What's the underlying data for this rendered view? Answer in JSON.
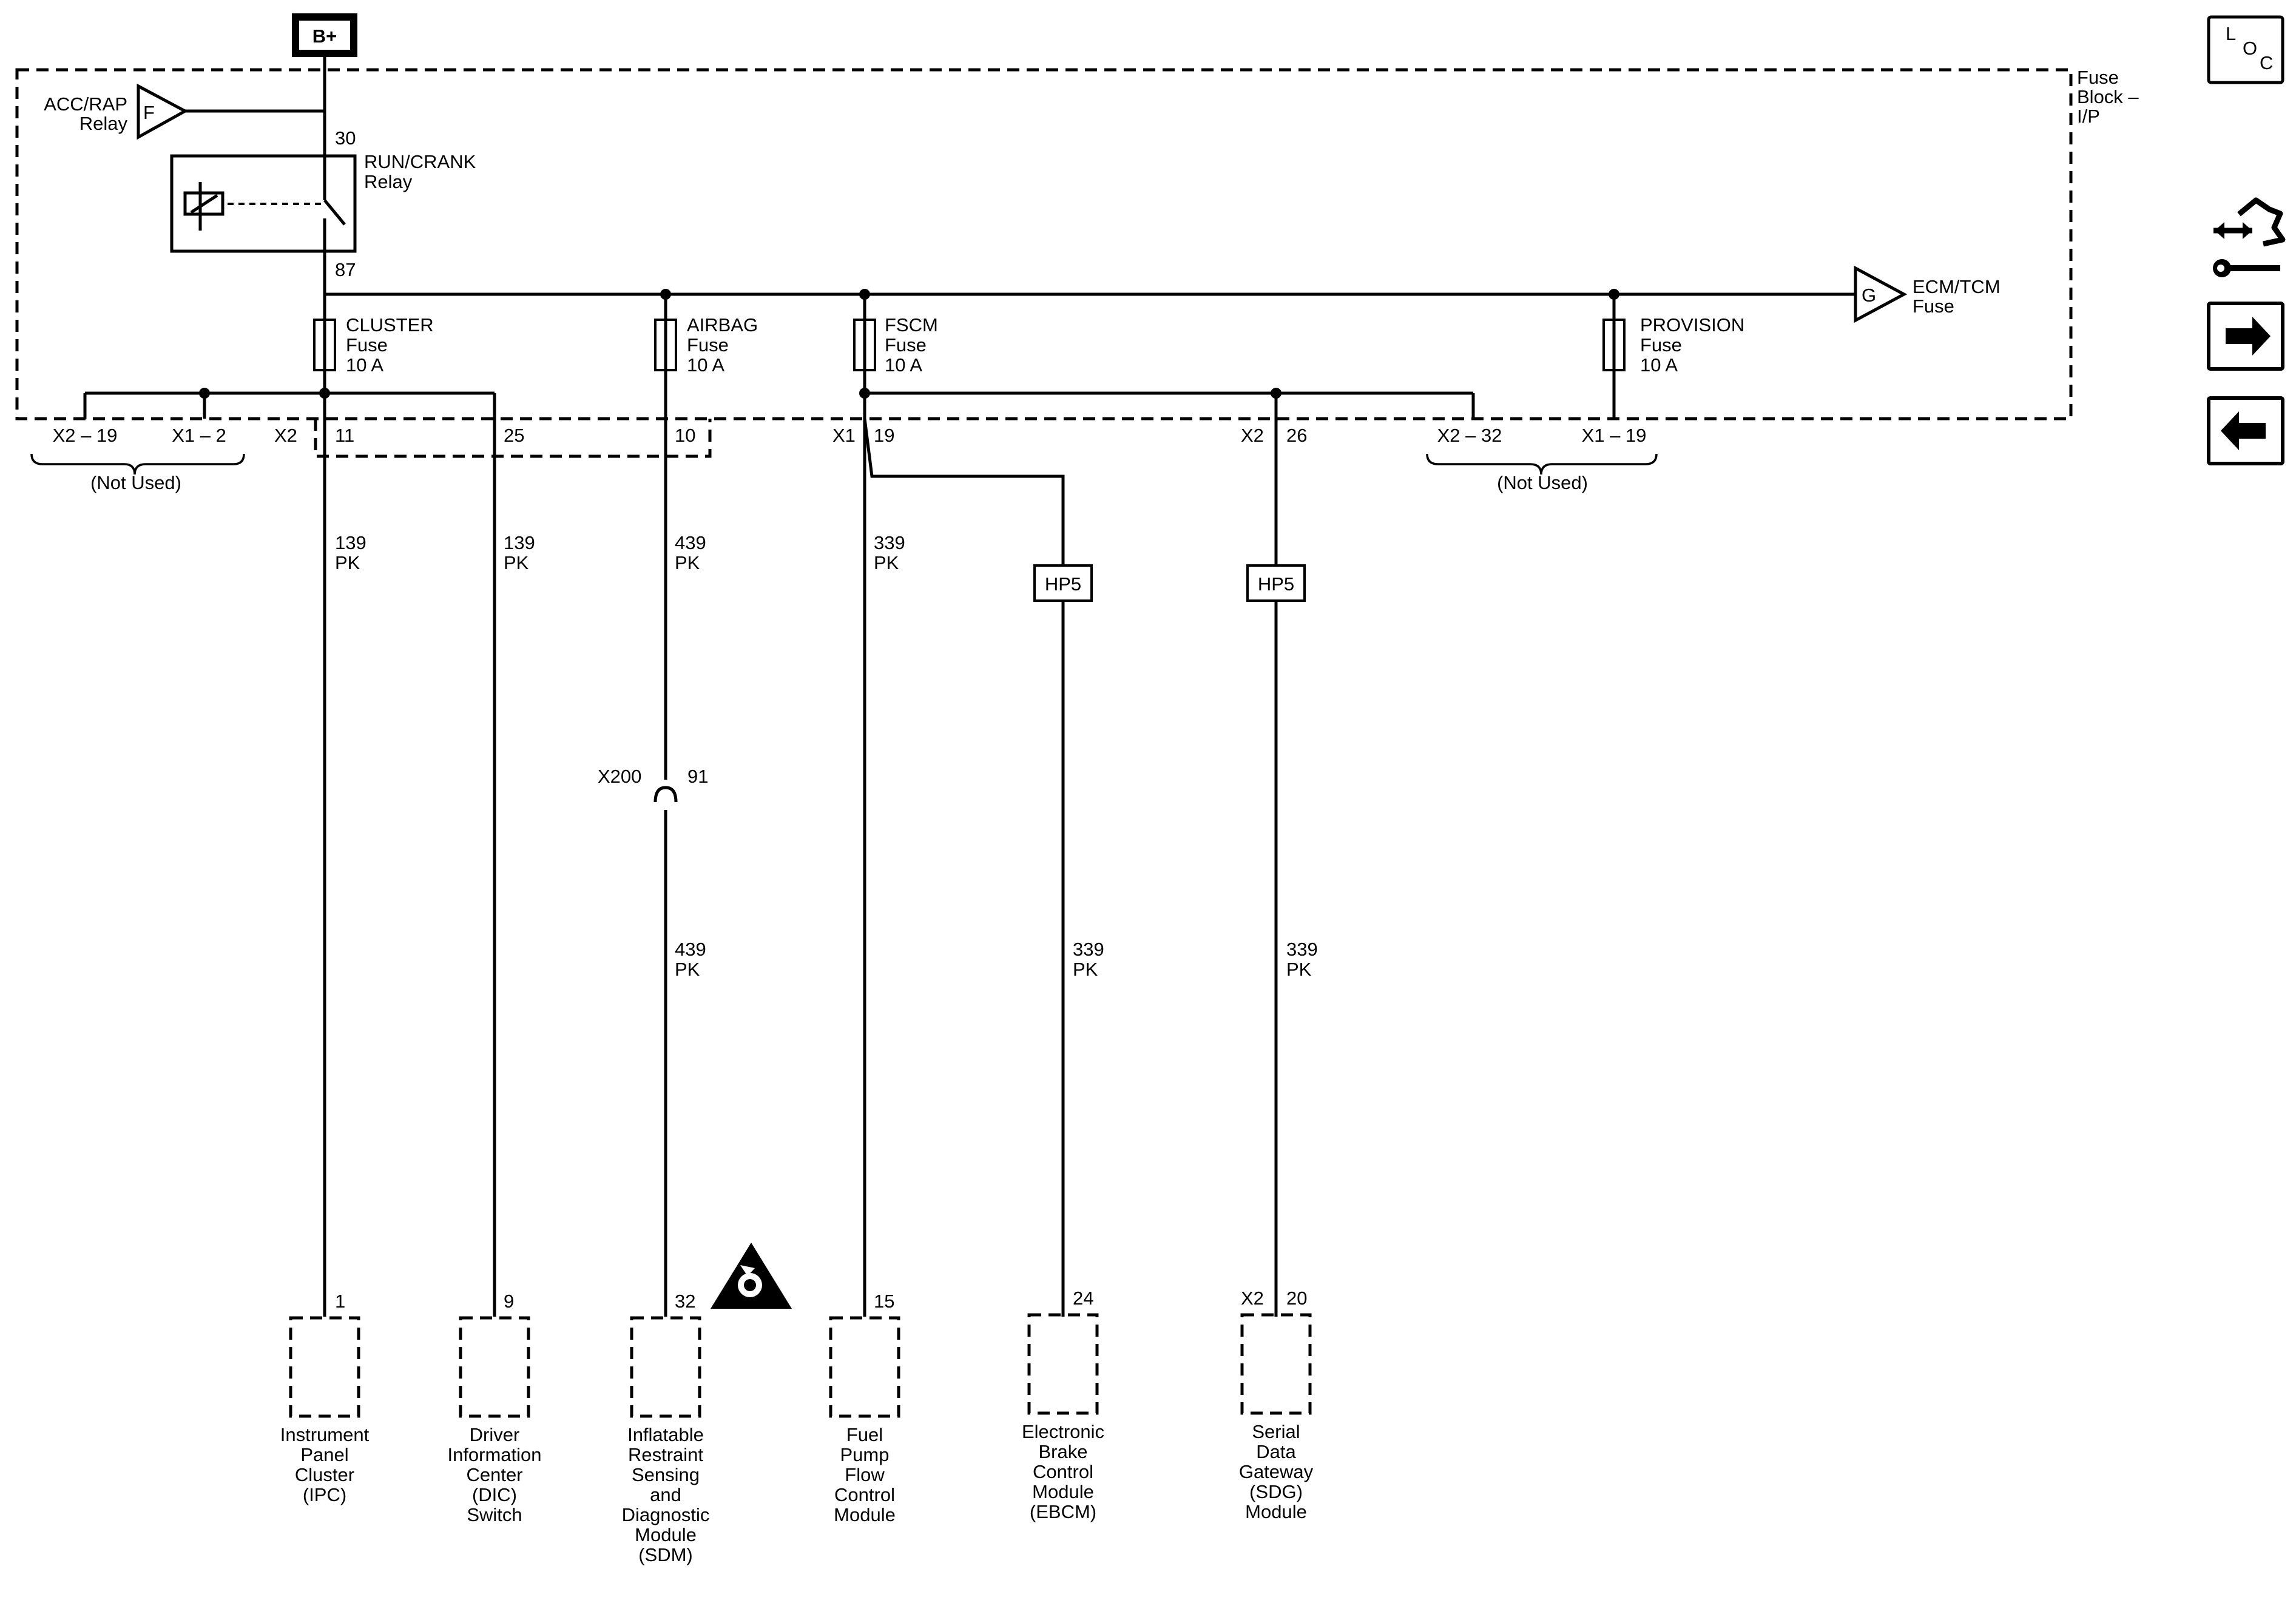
{
  "power": {
    "source_label": "B+"
  },
  "fuse_block": {
    "line1": "Fuse",
    "line2": "Block –",
    "line3": "I/P"
  },
  "acc_rap": {
    "letter": "F",
    "line1": "ACC/RAP",
    "line2": "Relay"
  },
  "ecm_tcm": {
    "letter": "G",
    "line1": "ECM/TCM",
    "line2": "Fuse"
  },
  "relay": {
    "line1": "RUN/CRANK",
    "line2": "Relay",
    "pin_in": "30",
    "pin_out": "87"
  },
  "fuses": [
    {
      "name": "CLUSTER",
      "type": "Fuse",
      "rating": "10 A"
    },
    {
      "name": "AIRBAG",
      "type": "Fuse",
      "rating": "10 A"
    },
    {
      "name": "FSCM",
      "type": "Fuse",
      "rating": "10 A"
    },
    {
      "name": "PROVISION",
      "type": "Fuse",
      "rating": "10 A"
    }
  ],
  "not_used_left": {
    "pin_a": "X2 – 19",
    "pin_b": "X1 – 2",
    "caption": "(Not Used)"
  },
  "not_used_right": {
    "pin_a": "X2 – 32",
    "pin_b": "X1 – 19",
    "caption": "(Not Used)"
  },
  "connectors": {
    "x2_left": "X2",
    "x1": "X1",
    "x2_right": "X2"
  },
  "circuits": [
    {
      "pin": "11",
      "circuit": "139",
      "color": "PK",
      "end_pin": "1",
      "module": [
        "Instrument",
        "Panel",
        "Cluster",
        "(IPC)"
      ]
    },
    {
      "pin": "25",
      "circuit": "139",
      "color": "PK",
      "end_pin": "9",
      "module": [
        "Driver",
        "Information",
        "Center",
        "(DIC)",
        "Switch"
      ]
    },
    {
      "pin": "10",
      "circuit": "439",
      "color": "PK",
      "circuit_lower": "439",
      "color_lower": "PK",
      "end_pin": "32",
      "module": [
        "Inflatable",
        "Restraint",
        "Sensing",
        "and",
        "Diagnostic",
        "Module",
        "(SDM)"
      ]
    },
    {
      "pin": "19",
      "circuit": "339",
      "color": "PK",
      "end_pin": "15",
      "module": [
        "Fuel",
        "Pump",
        "Flow",
        "Control",
        "Module"
      ]
    },
    {
      "circuit": "339",
      "color": "PK",
      "end_pin": "24",
      "module": [
        "Electronic",
        "Brake",
        "Control",
        "Module",
        "(EBCM)"
      ]
    },
    {
      "pin": "26",
      "circuit": "339",
      "color": "PK",
      "end_connector": "X2",
      "end_pin": "20",
      "module": [
        "Serial",
        "Data",
        "Gateway",
        "(SDG)",
        "Module"
      ]
    }
  ],
  "inline_connector": {
    "name": "X200",
    "pin": "91"
  },
  "hp5_label": "HP5",
  "loc_icon": {
    "l": "L",
    "o": "O",
    "c": "C"
  },
  "colors": {
    "ink": "#000000",
    "background": "#ffffff"
  }
}
